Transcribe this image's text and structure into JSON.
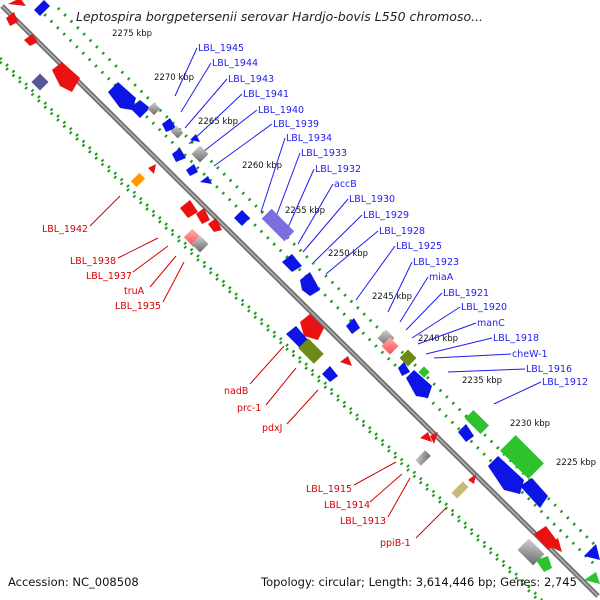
{
  "title": "Leptospira borgpetersenii serovar Hardjo-bovis L550 chromoso...",
  "footer": {
    "accession": "Accession: NC_008508",
    "topology": "Topology: circular; Length: 3,614,446 bp; Genes: 2,745"
  },
  "colors": {
    "backbone": "#707070",
    "dots": "#1a9a1a",
    "blue_label": "#1d1df0",
    "red_label": "#d60000",
    "blue_gene": "#0c14e6",
    "red_gene": "#ea1111",
    "green_gene": "#2ec22e",
    "olive_gene": "#6e8a16",
    "purple_gene": "#7b6fe0",
    "orange_gene": "#ff9900"
  },
  "kbp_labels": [
    "2275 kbp",
    "2270 kbp",
    "2265 kbp",
    "2260 kbp",
    "2255 kbp",
    "2250 kbp",
    "2245 kbp",
    "2240 kbp",
    "2235 kbp",
    "2230 kbp",
    "2225 kbp"
  ],
  "blue_labels": [
    "LBL_1945",
    "LBL_1944",
    "LBL_1943",
    "LBL_1941",
    "LBL_1940",
    "LBL_1939",
    "LBL_1934",
    "LBL_1933",
    "LBL_1932",
    "accB",
    "LBL_1930",
    "LBL_1929",
    "LBL_1928",
    "LBL_1925",
    "LBL_1923",
    "miaA",
    "LBL_1921",
    "LBL_1920",
    "manC",
    "LBL_1918",
    "cheW-1",
    "LBL_1916",
    "LBL_1912"
  ],
  "red_labels": [
    "LBL_1942",
    "LBL_1938",
    "LBL_1937",
    "truA",
    "LBL_1935",
    "nadB",
    "prc-1",
    "pdxJ",
    "LBL_1915",
    "LBL_1914",
    "LBL_1913",
    "ppiB-1"
  ]
}
